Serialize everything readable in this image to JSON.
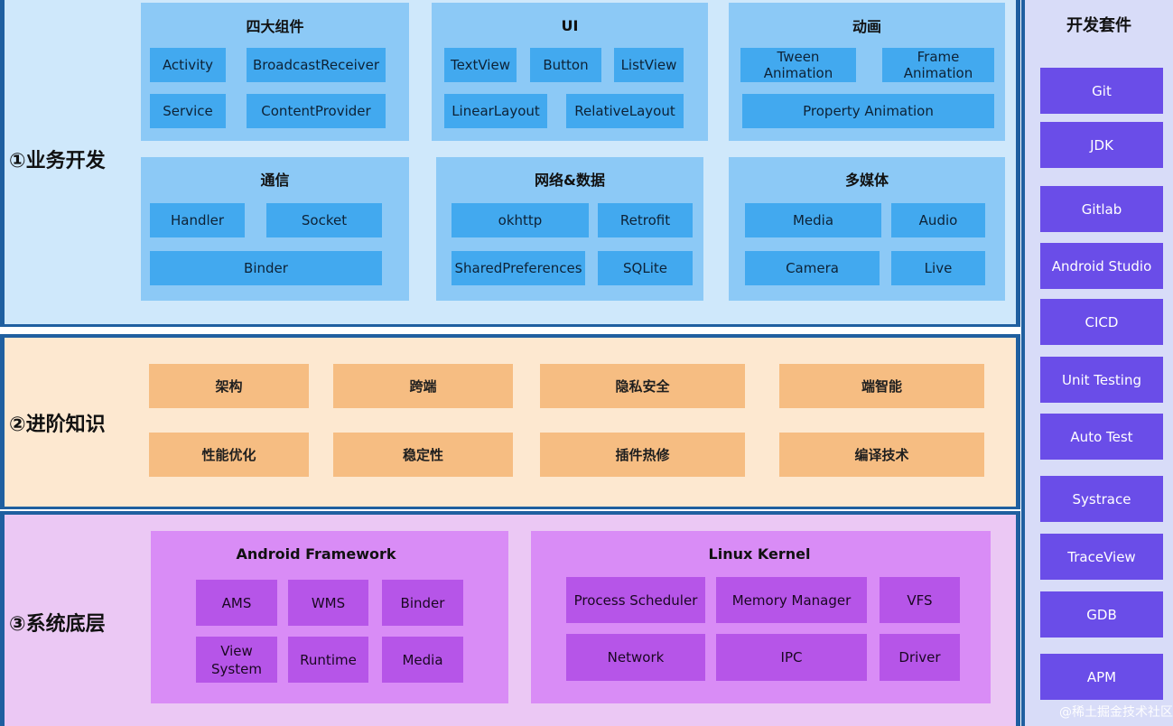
{
  "layers": {
    "business": "①业务开发",
    "advanced": "②进阶知识",
    "system": "③系统底层"
  },
  "business": {
    "components": {
      "title": "四大组件",
      "items": [
        "Activity",
        "BroadcastReceiver",
        "Service",
        "ContentProvider"
      ]
    },
    "ui": {
      "title": "UI",
      "items": [
        "TextView",
        "Button",
        "ListView",
        "LinearLayout",
        "RelativeLayout"
      ]
    },
    "animation": {
      "title": "动画",
      "items": [
        "Tween Animation",
        "Frame Animation",
        "Property Animation"
      ]
    },
    "communication": {
      "title": "通信",
      "items": [
        "Handler",
        "Socket",
        "Binder"
      ]
    },
    "network": {
      "title": "网络&数据",
      "items": [
        "okhttp",
        "Retrofit",
        "SharedPreferences",
        "SQLite"
      ]
    },
    "multimedia": {
      "title": "多媒体",
      "items": [
        "Media",
        "Audio",
        "Camera",
        "Live"
      ]
    }
  },
  "advanced": {
    "items": [
      "架构",
      "跨端",
      "隐私安全",
      "端智能",
      "性能优化",
      "稳定性",
      "插件热修",
      "编译技术"
    ]
  },
  "system": {
    "framework": {
      "title": "Android Framework",
      "items": [
        "AMS",
        "WMS",
        "Binder",
        "View System",
        "Runtime",
        "Media"
      ]
    },
    "kernel": {
      "title": "Linux Kernel",
      "items": [
        "Process Scheduler",
        "Memory Manager",
        "VFS",
        "Network",
        "IPC",
        "Driver"
      ]
    }
  },
  "toolkit": {
    "title": "开发套件",
    "items": [
      "Git",
      "JDK",
      "Gitlab",
      "Android Studio",
      "CICD",
      "Unit Testing",
      "Auto Test",
      "Systrace",
      "TraceView",
      "GDB",
      "APM"
    ]
  },
  "watermark": "@稀土掘金技术社区",
  "colors": {
    "border": "#1f5fa0",
    "business_bg": "#cfe8fb",
    "business_panel": "#8cc9f6",
    "business_box": "#42a9ef",
    "advanced_bg": "#fde8d0",
    "advanced_box": "#f6bd82",
    "system_bg": "#ebc8f4",
    "system_panel": "#d98cf6",
    "system_box": "#b655e8",
    "toolkit_bg": "#d8dcf8",
    "toolkit_box": "#6a4de8"
  }
}
